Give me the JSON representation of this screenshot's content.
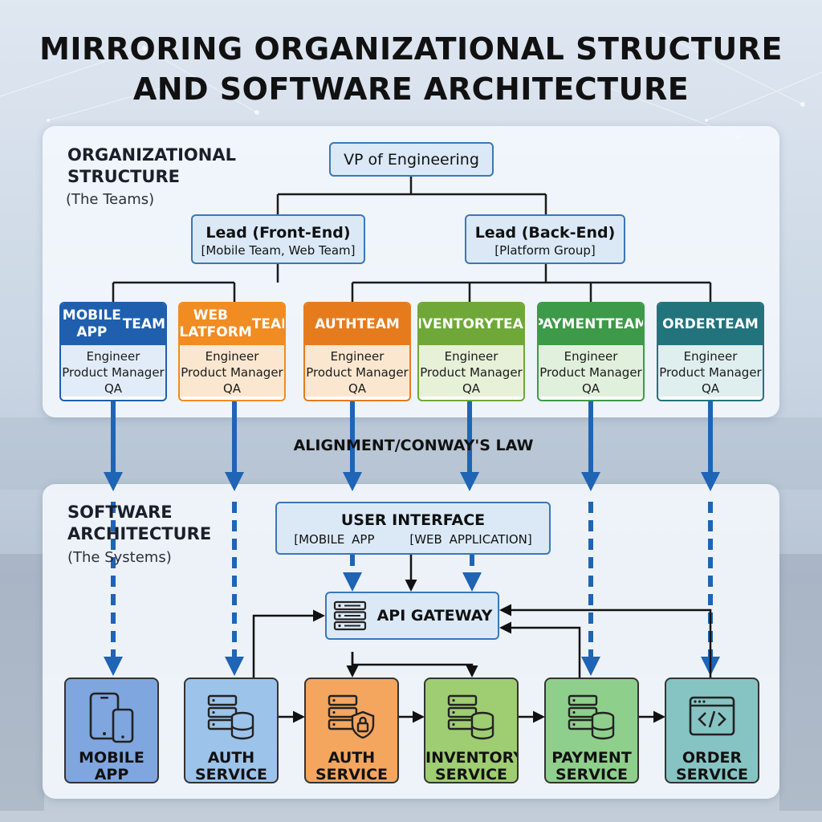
{
  "title": {
    "line1": "MIRRORING ORGANIZATIONAL STRUCTURE",
    "line2": "AND SOFTWARE ARCHITECTURE"
  },
  "org": {
    "heading_line1": "ORGANIZATIONAL",
    "heading_line2": "STRUCTURE",
    "sub": "(The Teams)",
    "vp": "VP of Engineering",
    "lead_fe": {
      "title": "Lead (Front-End)",
      "sub": "[Mobile Team, Web Team]"
    },
    "lead_be": {
      "title": "Lead (Back-End)",
      "sub": "[Platform Group]"
    },
    "teams": [
      {
        "line1": "MOBILE APP",
        "line2": "TEAM",
        "color": "#1f5fae",
        "body_color": "#e2ecf8"
      },
      {
        "line1": "WEB PLATFORM",
        "line2": "TEAM",
        "color": "#f08c22",
        "body_color": "#fbe7d0"
      },
      {
        "line1": "AUTH",
        "line2": "TEAM",
        "color": "#e67b1e",
        "body_color": "#fbe7d0"
      },
      {
        "line1": "INVENTORY",
        "line2": "TEAM",
        "color": "#6fa838",
        "body_color": "#e6f1d8"
      },
      {
        "line1": "PAYMENT",
        "line2": "TEAM",
        "color": "#3d9a48",
        "body_color": "#e1f0dc"
      },
      {
        "line1": "ORDER",
        "line2": "TEAM",
        "color": "#23737d",
        "body_color": "#dfeeee"
      }
    ],
    "roles": [
      "Engineer",
      "Product Manager",
      "QA"
    ]
  },
  "alignment_label": "ALIGNMENT/CONWAY'S LAW",
  "arch": {
    "heading_line1": "SOFTWARE",
    "heading_line2": "ARCHITECTURE",
    "sub": "(The Systems)",
    "ui": {
      "title": "USER INTERFACE",
      "sub_a": "[MOBILE APP",
      "sub_b": "[WEB APPLICATION]"
    },
    "gateway": "API GATEWAY",
    "services": [
      {
        "line1": "MOBILE",
        "line2": "APP",
        "color": "#7fa6df",
        "icon": "mobile-devices-icon"
      },
      {
        "line1": "AUTH",
        "line2": "SERVICE",
        "color": "#9cc3ea",
        "icon": "server-database-icon"
      },
      {
        "line1": "AUTH",
        "line2": "SERVICE",
        "color": "#f4a55e",
        "icon": "server-lock-icon"
      },
      {
        "line1": "INVENTORY",
        "line2": "SERVICE",
        "color": "#9fcd72",
        "icon": "server-database-icon"
      },
      {
        "line1": "PAYMENT",
        "line2": "SERVICE",
        "color": "#8fcf8c",
        "icon": "server-database-icon"
      },
      {
        "line1": "ORDER",
        "line2": "SERVICE",
        "color": "#86c4c4",
        "icon": "code-window-icon"
      }
    ]
  },
  "colors": {
    "connector_blue": "#1f64b5",
    "connector_black": "#111111",
    "box_border": "#3a78b8"
  }
}
